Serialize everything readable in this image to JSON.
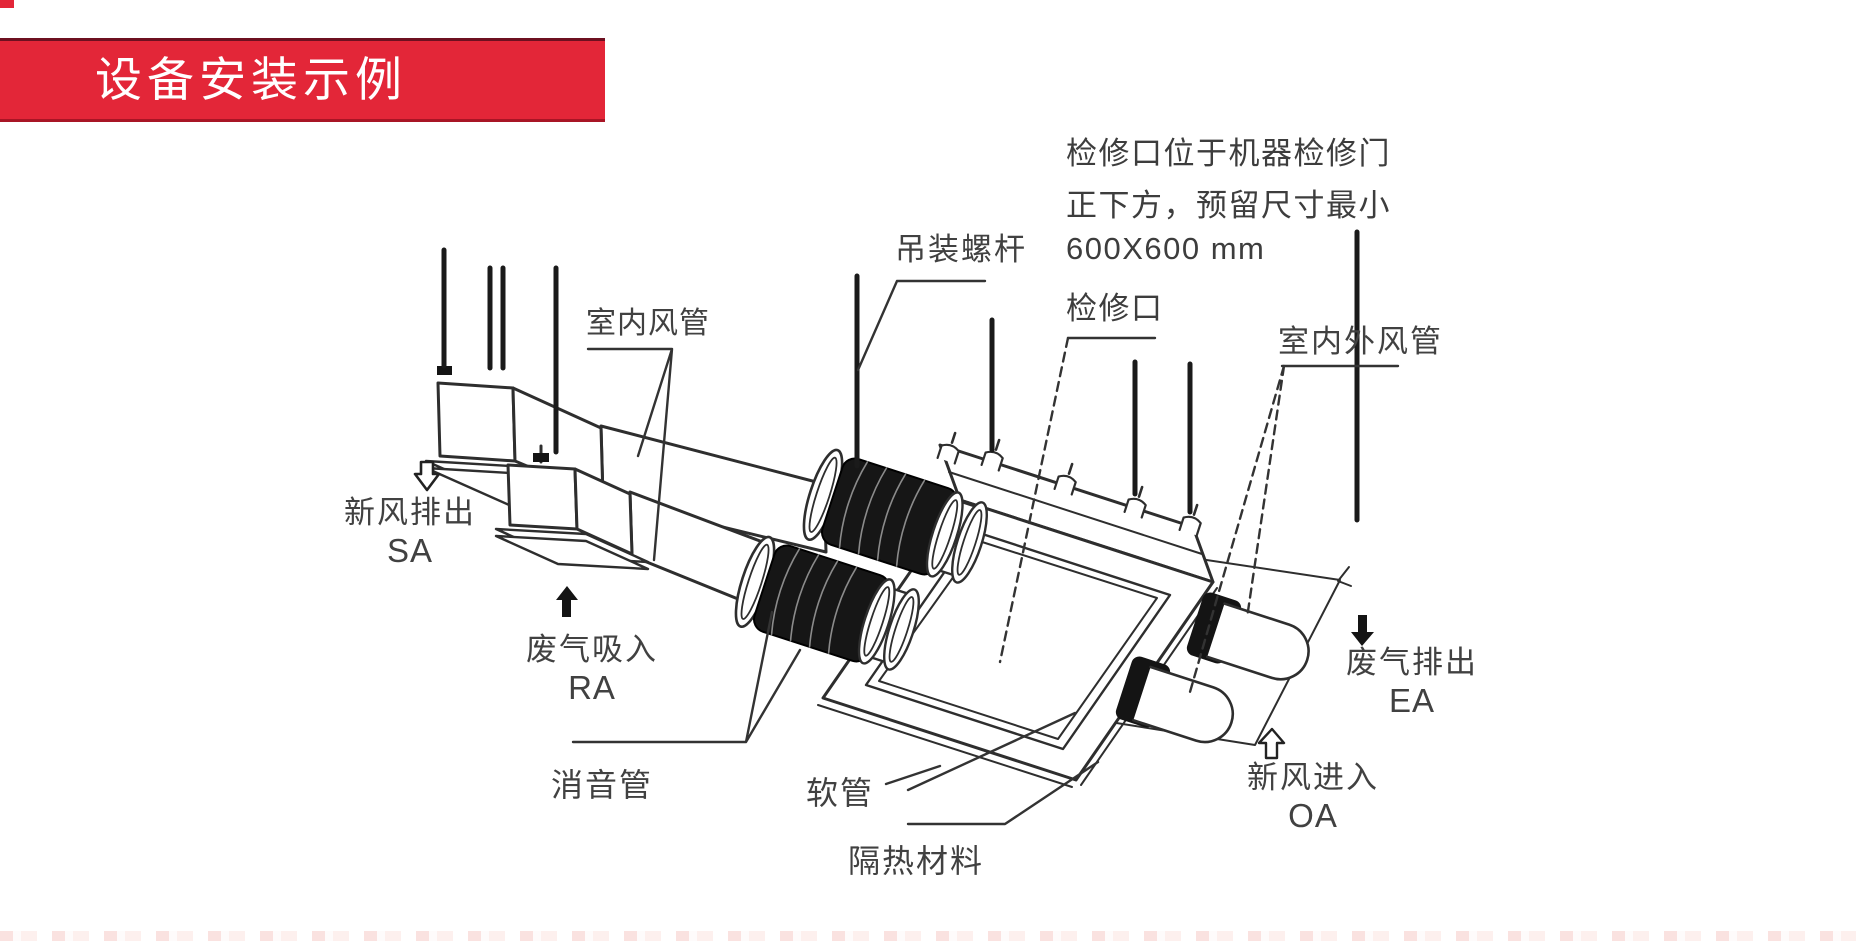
{
  "banner": {
    "title": "设备安装示例"
  },
  "note": {
    "line1": "检修口位于机器检修门",
    "line2": "正下方，预留尺寸最小",
    "line3": "600X600 mm",
    "line4": "检修口"
  },
  "labels": {
    "hanging_rod": "吊装螺杆",
    "indoor_duct": "室内风管",
    "indoor_outdoor_duct": "室内外风管",
    "silencer": "消音管",
    "hose": "软管",
    "insulation": "隔热材料",
    "supply_air": {
      "name": "新风排出",
      "code": "SA"
    },
    "return_air": {
      "name": "废气吸入",
      "code": "RA"
    },
    "exhaust_air": {
      "name": "废气排出",
      "code": "EA"
    },
    "outdoor_air": {
      "name": "新风进入",
      "code": "OA"
    }
  },
  "icons": {
    "sa_arrow": "hollow-down-arrow",
    "ra_arrow": "solid-up-arrow",
    "ea_arrow": "solid-down-arrow",
    "oa_arrow": "hollow-up-arrow"
  },
  "colors": {
    "banner_red": "#e32638",
    "banner_border_top": "#6d1020",
    "banner_border_bottom": "#a81525",
    "line_art": "#2e2e2e",
    "label_text": "#414141",
    "silencer_black": "#161616"
  }
}
